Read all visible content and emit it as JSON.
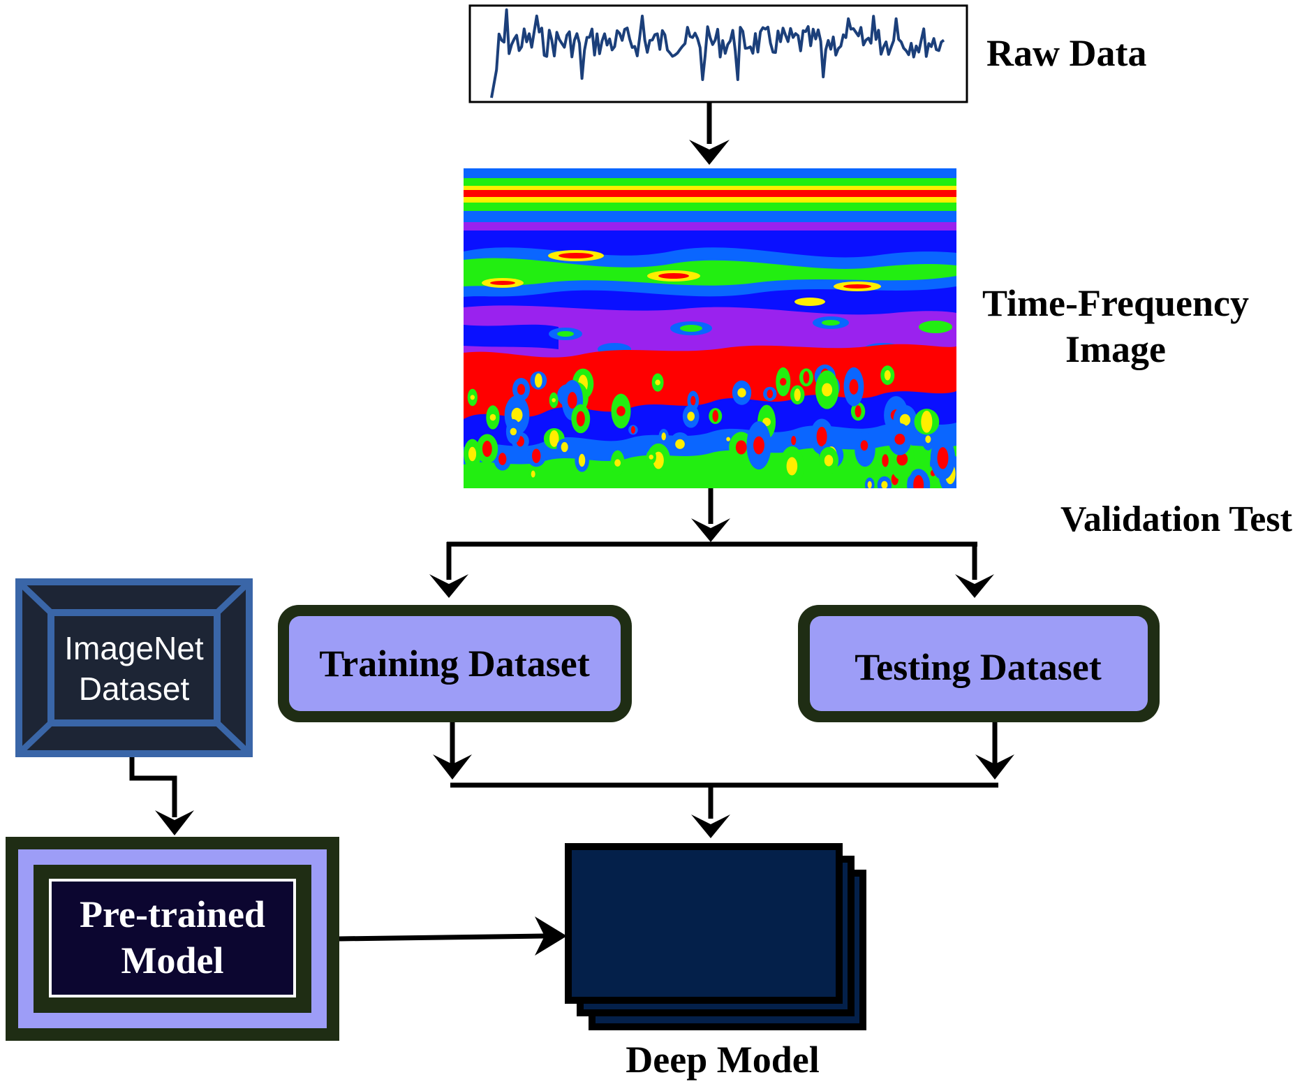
{
  "labels": {
    "raw_data": "Raw Data",
    "time_frequency_line1": "Time-Frequency",
    "time_frequency_line2": "Image",
    "validation_test": "Validation Test",
    "training_dataset": "Training Dataset",
    "testing_dataset": "Testing Dataset",
    "imagenet_line1": "ImageNet",
    "imagenet_line2": "Dataset",
    "pretrained_line1": "Pre-trained",
    "pretrained_line2": "Model",
    "deep_model": "Deep Model"
  },
  "colors": {
    "arrow": "#000000",
    "signal_line": "#1b3f7a",
    "dataset_fill": "#9d9df7",
    "dataset_border": "#1f2d14",
    "imagenet_border": "#3a66a8",
    "imagenet_fill": "#1d2535",
    "pretrained_outer": "#1f2d14",
    "pretrained_inner": "#0c0630",
    "deep_model_fill": "#04204a",
    "spectrogram_red": "#ff0000",
    "spectrogram_green": "#22ee11",
    "spectrogram_blue": "#0a10ff",
    "spectrogram_purple": "#9a22ee"
  }
}
